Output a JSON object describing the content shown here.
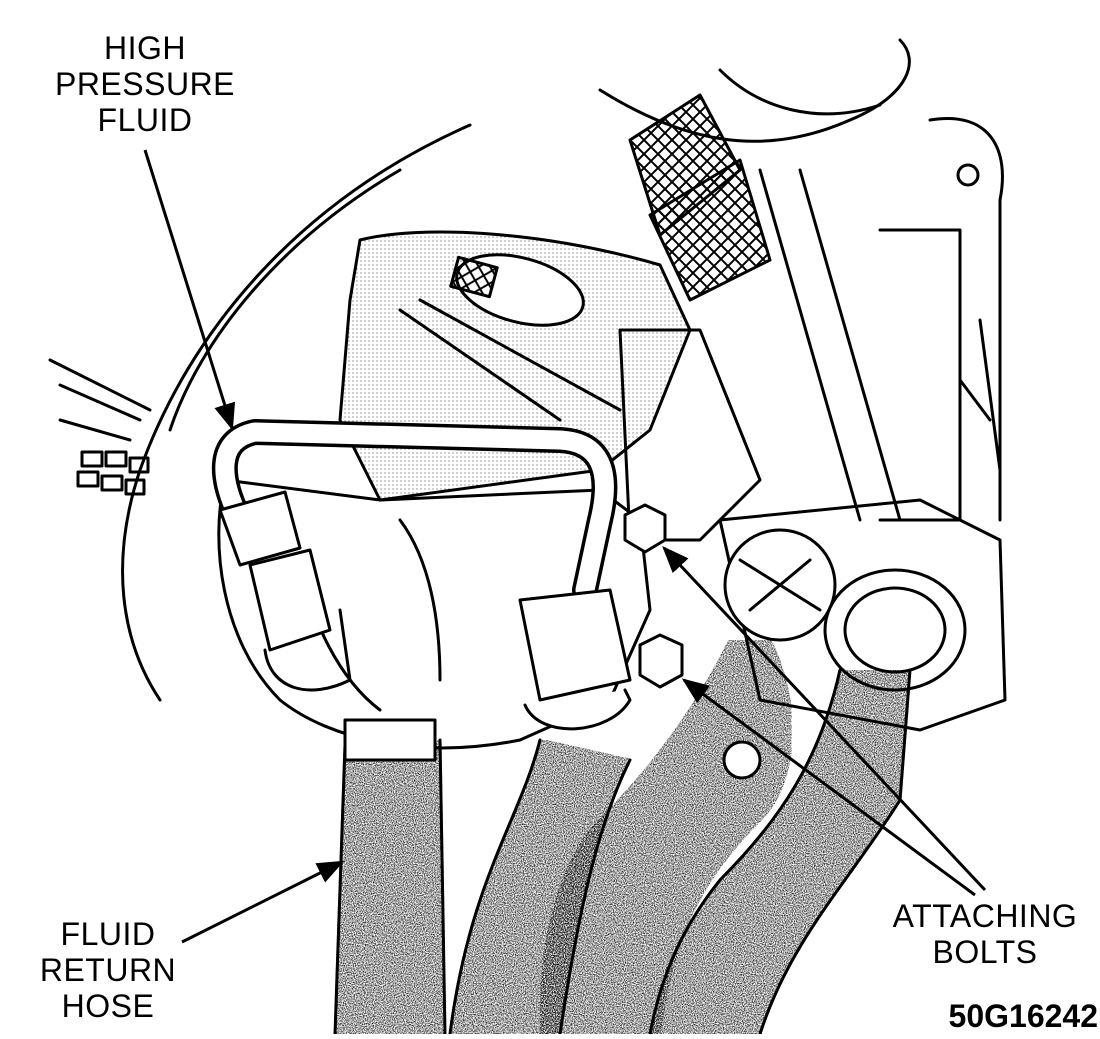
{
  "labels": {
    "high_pressure": [
      "HIGH",
      "PRESSURE",
      "FLUID"
    ],
    "return_hose": [
      "FLUID",
      "RETURN",
      "HOSE"
    ],
    "attaching_bolts": [
      "ATTACHING",
      "BOLTS"
    ]
  },
  "figure_number": "50G16242",
  "colors": {
    "ink": "#000000",
    "paper": "#ffffff"
  }
}
